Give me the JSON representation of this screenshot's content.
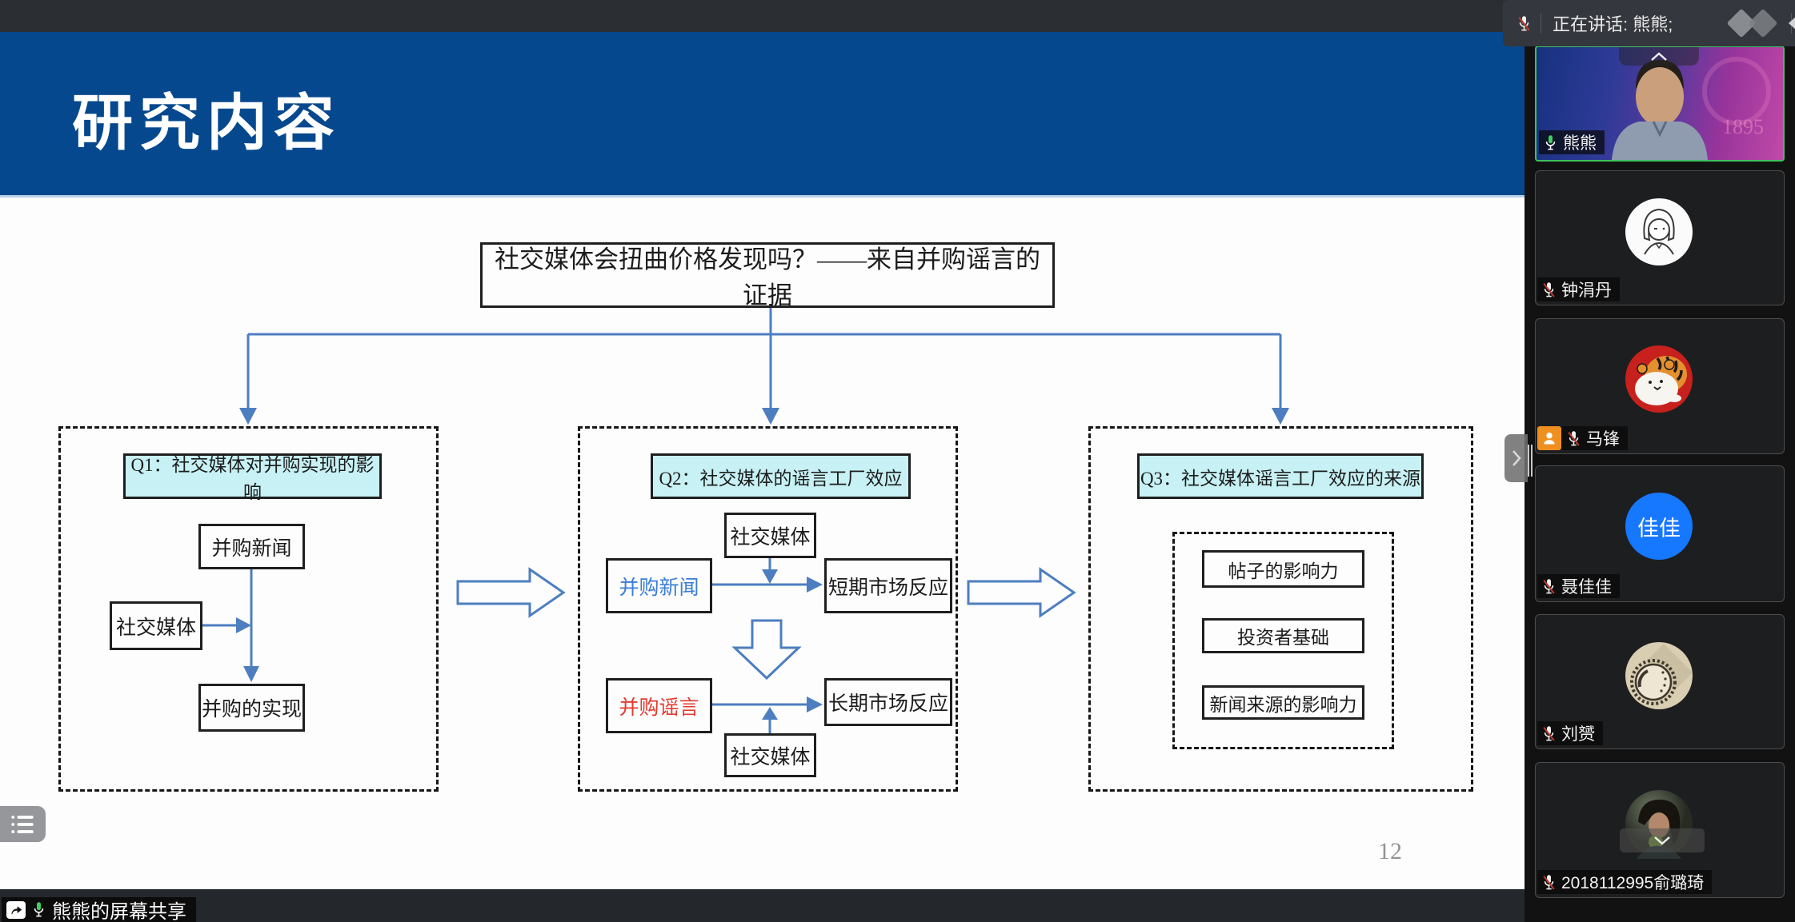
{
  "meeting": {
    "speaking_banner": "正在讲话: 熊熊;",
    "share_banner": "熊熊的屏幕共享"
  },
  "slide": {
    "header_title": "研究内容",
    "page_number": "12",
    "flowchart": {
      "main_question": "社交媒体会扭曲价格发现吗？——来自并购谣言的证据",
      "q1": {
        "header": "Q1：社交媒体对并购实现的影响",
        "news": "并购新闻",
        "social": "社交媒体",
        "outcome": "并购的实现"
      },
      "q2": {
        "header": "Q2：社交媒体的谣言工厂效应",
        "social_top": "社交媒体",
        "news": "并购新闻",
        "short_term": "短期市场反应",
        "rumor": "并购谣言",
        "long_term": "长期市场反应",
        "social_bottom": "社交媒体"
      },
      "q3": {
        "header": "Q3：社交媒体谣言工厂效应的来源",
        "post_influence": "帖子的影响力",
        "investor_base": "投资者基础",
        "source_influence": "新闻来源的影响力"
      }
    }
  },
  "participants": [
    {
      "name": "熊熊",
      "mic": "on",
      "speaking": true,
      "overlay_text": "1895"
    },
    {
      "name": "钟涓丹",
      "mic": "muted"
    },
    {
      "name": "马锋",
      "mic": "muted",
      "badge": "person"
    },
    {
      "name": "聂佳佳",
      "mic": "muted",
      "avatar_text": "佳佳"
    },
    {
      "name": "刘赟",
      "mic": "muted"
    },
    {
      "name": "2018112995俞璐琦",
      "mic": "muted"
    }
  ],
  "colors": {
    "slide_header_blue": "#05488e",
    "connector_blue": "#4d7ec0",
    "q_header_cyan": "#c7f1f4",
    "news_blue": "#3a7dd8",
    "rumor_red": "#e23b30",
    "avatar_blue": "#1677ff",
    "mic_green": "#3ed160",
    "speaker_border_green": "#3fbf5f",
    "badge_orange": "#ef8f1f"
  }
}
